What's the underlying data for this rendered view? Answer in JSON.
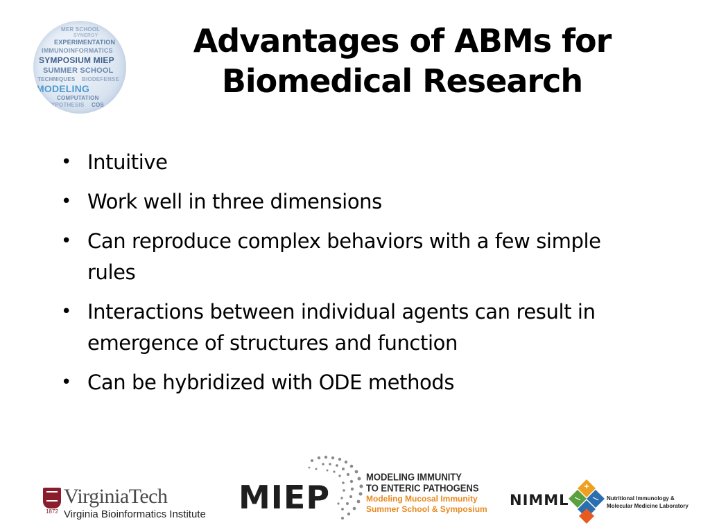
{
  "slide": {
    "title_line1": "Advantages of ABMs for",
    "title_line2": "Biomedical Research",
    "bullets": [
      "Intuitive",
      "Work well in three dimensions",
      "Can reproduce complex behaviors with a few simple rules",
      "Interactions between individual agents can result in emergence of structures and function",
      "Can be hybridized with ODE methods"
    ]
  },
  "globe_logo": {
    "words": [
      "MER SCHOOL",
      "SYNERGY",
      "EXPERIMENTATION",
      "IMMUNOINFORMATICS",
      "SYMPOSIUM MIEP",
      "SUMMER SCHOOL",
      "TECHNIQUES",
      "BIODEFENSE",
      "MODELING",
      "COMPUTATION",
      "HYPOTHESIS",
      "COS"
    ]
  },
  "footer": {
    "virginia_tech": {
      "name": "VirginiaTech",
      "year": "1872",
      "subtitle": "Virginia Bioinformatics Institute"
    },
    "miep": {
      "word": "MIEP",
      "line1": "MODELING IMMUNITY",
      "line2": "TO ENTERIC PATHOGENS",
      "line3": "Modeling Mucosal Immunity",
      "line4": "Summer School & Symposium"
    },
    "nimml": {
      "word": "NIMML",
      "desc_line1": "Nutritional Immunology &",
      "desc_line2": "Molecular Medicine Laboratory"
    }
  },
  "colors": {
    "vt_maroon": "#8a1c2b",
    "miep_orange": "#e8891f",
    "nimml_orange": "#f0a020",
    "nimml_blue": "#2a6fb0",
    "nimml_green": "#5aa040"
  }
}
